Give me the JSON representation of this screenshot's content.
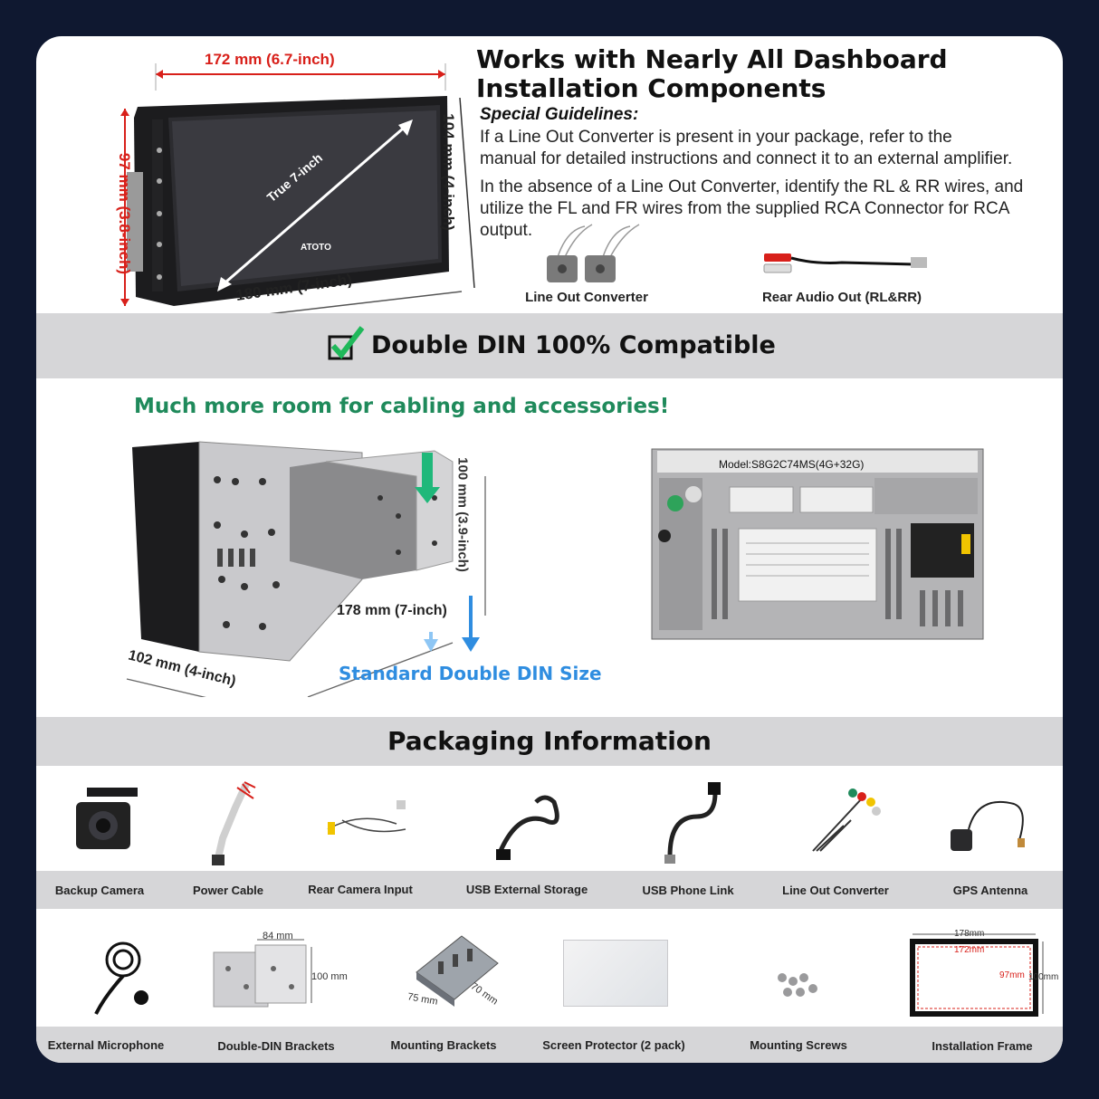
{
  "top": {
    "heading_line1": "Works with Nearly All Dashboard",
    "heading_line2": "Installation Components",
    "guidelines_title": "Special Guidelines:",
    "para1_line1": "If a Line Out Converter is present in your package, refer to the",
    "para1_line2": "manual for detailed instructions and connect it to an external amplifier.",
    "para2_line1": "In the absence of a Line Out Converter, identify the RL & RR wires, and",
    "para2_line2": "utilize the FL and FR wires from the supplied RCA Connector for RCA output.",
    "line_out_label": "Line Out Converter",
    "rear_audio_label": "Rear Audio Out (RL&RR)",
    "dims": {
      "top_width": "172 mm (6.7-inch)",
      "left_height": "97 mm (3.8-inch)",
      "right_height": "104 mm (4-inch)",
      "bottom_width": "180 mm (7-inch)",
      "diagonal": "True 7-inch",
      "brand": "ATOTO"
    }
  },
  "compat": {
    "title": "Double DIN 100% Compatible",
    "room_text": "Much more room for cabling and accessories!",
    "standard_text": "Standard Double DlN Size",
    "dims": {
      "height": "100 mm (3.9-inch)",
      "depth": "178 mm (7-inch)",
      "width": "102 mm (4-inch)"
    },
    "model_text": "Model:S8G2C74MS(4G+32G)"
  },
  "packaging": {
    "title": "Packaging Information",
    "row1": [
      "Backup Camera",
      "Power Cable",
      "Rear Camera Input",
      "USB External Storage",
      "USB Phone Link",
      "Line Out Converter",
      "GPS Antenna"
    ],
    "row2": [
      "External Microphone",
      "Double-DIN Brackets",
      "Mounting Brackets",
      "Screen Protector (2 pack)",
      "Mounting Screws",
      "Installation Frame"
    ],
    "bracket_dims": {
      "w": "84 mm",
      "h": "100 mm",
      "a": "75 mm",
      "b": "70 mm"
    },
    "frame_dims": {
      "outer": "178mm",
      "inner": "172mm",
      "inner_h": "97mm",
      "outer_h": "100mm"
    }
  },
  "colors": {
    "background": "#0f1830",
    "band": "#d6d6d8",
    "green": "#1f8a5b",
    "blue": "#2f8de0",
    "red": "#d8201a"
  }
}
